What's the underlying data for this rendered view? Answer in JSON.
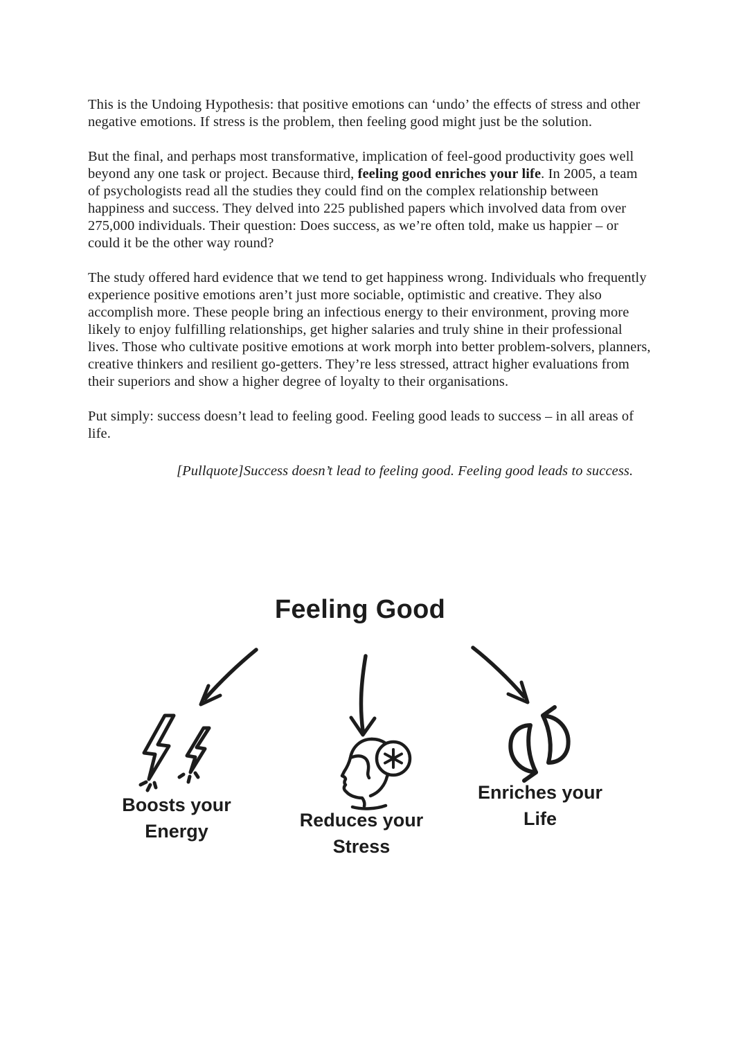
{
  "page": {
    "background": "#ffffff",
    "ink_color": "#1c1c1c"
  },
  "article": {
    "paragraphs": [
      {
        "text": "This is the Undoing Hypothesis: that positive emotions can ‘undo’ the effects of stress and other negative emotions. If stress is the problem, then feeling good might just be the solution."
      },
      {
        "pre": "But the final, and perhaps most transformative, implication of feel-good productivity goes well beyond any one task or project. Because third, ",
        "bold": "feeling good enriches your life",
        "post": ". In 2005, a team of psychologists read all the studies they could find on the complex relationship between happiness and success. They delved into 225 published papers which involved data from over 275,000 individuals. Their question: Does success, as we’re often told, make us happier – or could it be the other way round?"
      },
      {
        "text": "The study offered hard evidence that we tend to get happiness wrong. Individuals who frequently experience positive emotions aren’t just more sociable, optimistic and creative. They also accomplish more. These people bring an infectious energy to their environment, proving more likely to enjoy fulfilling relationships, get higher salaries and truly shine in their professional lives. Those who cultivate positive emotions at work morph into better problem-solvers, planners, creative thinkers and resilient go-getters. They’re less stressed, attract higher evaluations from their superiors and show a higher degree of loyalty to their organisations."
      },
      {
        "text": "Put simply: success doesn’t lead to feeling good. Feeling good leads to success – in all areas of life."
      }
    ],
    "pullquote": "[Pullquote]Success doesn’t lead to feeling good. Feeling good leads to success."
  },
  "diagram": {
    "title": "Feeling Good",
    "nodes": [
      {
        "id": "energy",
        "icon": "lightning-bolts-icon",
        "label": "Boosts your Energy"
      },
      {
        "id": "stress",
        "icon": "head-asterisk-icon",
        "label": "Reduces your Stress"
      },
      {
        "id": "life",
        "icon": "leaves-circle-icon",
        "label": "Enriches your Life"
      }
    ]
  }
}
